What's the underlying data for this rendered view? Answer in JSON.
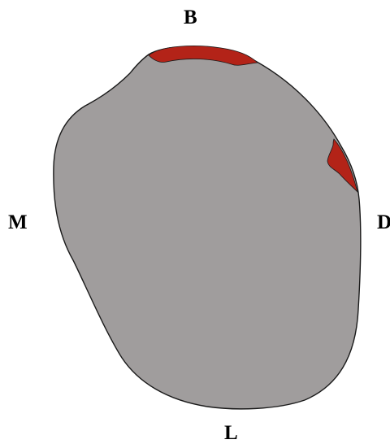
{
  "labels": {
    "top": "B",
    "left": "M",
    "right": "D",
    "bottom": "L"
  },
  "colors": {
    "body_fill": "#a09d9d",
    "outline": "#1a1a1a",
    "highlight": "#b32318",
    "background": "#ffffff"
  }
}
